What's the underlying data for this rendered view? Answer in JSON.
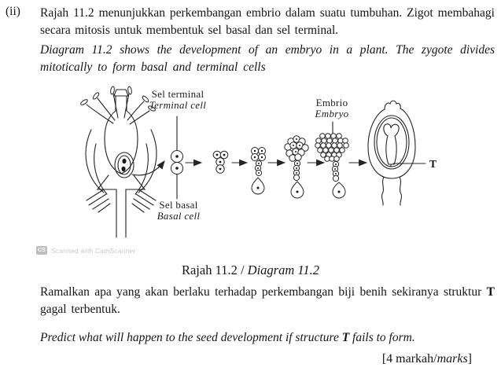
{
  "header": {
    "item_label": "(ii)"
  },
  "intro": {
    "malay": "Rajah 11.2 menunjukkan perkembangan embrio dalam suatu tumbuhan. Zigot membahagi secara mitosis untuk membentuk sel basal dan sel terminal.",
    "english": "Diagram 11.2 shows the development of an embryo in a plant. The zygote divides mitotically to form basal and terminal cells"
  },
  "diagram": {
    "terminal_cell_label_my": "Sel terminal",
    "terminal_cell_label_en": "Terminal cell",
    "basal_cell_label_my": "Sel basal",
    "basal_cell_label_en": "Basal cell",
    "embryo_label_my": "Embrio",
    "embryo_label_en": "Embryo",
    "structure_t_label": "T"
  },
  "watermark": {
    "badge": "CS",
    "text": "Scanned with CamScanner"
  },
  "caption": {
    "malay": "Rajah 11.2 / ",
    "english": "Diagram 11.2"
  },
  "question": {
    "malay_before_t": "Ramalkan apa yang akan berlaku terhadap perkembangan biji benih sekiranya struktur ",
    "malay_t": "T",
    "malay_after_t": " gagal terbentuk.",
    "english_before_t": "Predict what will happen to the seed development if structure ",
    "english_t": "T",
    "english_after_t": " fails to form."
  },
  "marks": {
    "prefix": "[4 markah/",
    "italic": "marks",
    "suffix": "]"
  }
}
